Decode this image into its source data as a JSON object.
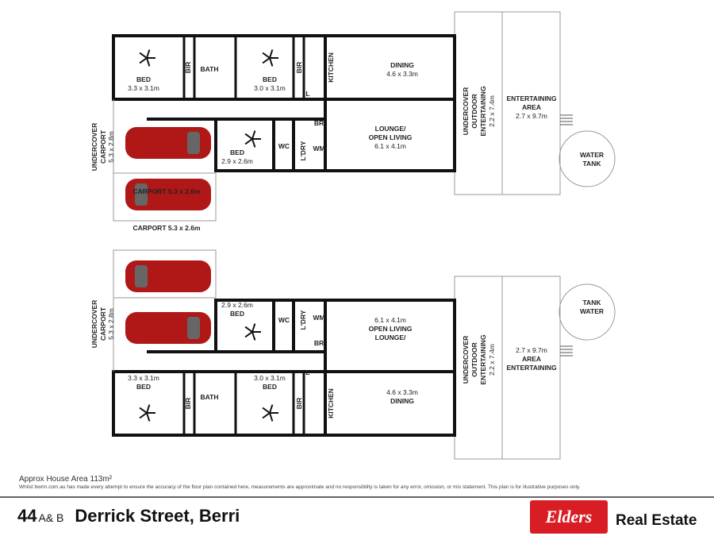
{
  "units": [
    {
      "bed1": "BED",
      "bed1_size": "3.3 x 3.1m",
      "bir": "BIR",
      "bath": "BATH",
      "bed2": "BED",
      "bed2_size": "3.0 x 3.1m",
      "kitchen": "KITCHEN",
      "l": "L",
      "dining": "DINING",
      "dining_size": "4.6 x 3.3m",
      "lounge": "LOUNGE/",
      "lounge2": "OPEN LIVING",
      "lounge_size": "6.1 x 4.1m",
      "bed3": "BED",
      "bed3_size": "2.9 x 2.6m",
      "wc": "WC",
      "ldry": "L'DRY",
      "br": "BR",
      "wm": "WM",
      "uc1": "UNDERCOVER",
      "uc2": "CARPORT",
      "uc_size": "5.3 x 2.8m",
      "carport": "CARPORT 5.3 x 2.6m",
      "uo1": "UNDERCOVER",
      "uo2": "OUTDOOR",
      "uo3": "ENTERTAINING",
      "uo_size": "2.2 x 7.4m",
      "ent1": "ENTERTAINING",
      "ent2": "AREA",
      "ent_size": "2.7 x 9.7m",
      "tank1": "WATER",
      "tank2": "TANK"
    }
  ],
  "footer": {
    "area": "Approx House Area 113m²",
    "disclaimer": "Whilst bwrm.com.au has made every attempt to ensure the accuracy of the floor plan contained here, measurements are approximate and no responsibility is taken for any error, omission, or mis statement. This plan is for illustrative purposes only.",
    "number": "44",
    "suffix": "A& B",
    "street": "Derrick Street, Berri",
    "logo": "Elders",
    "logo_tag": "Real Estate",
    "brand_color": "#d81e24"
  }
}
